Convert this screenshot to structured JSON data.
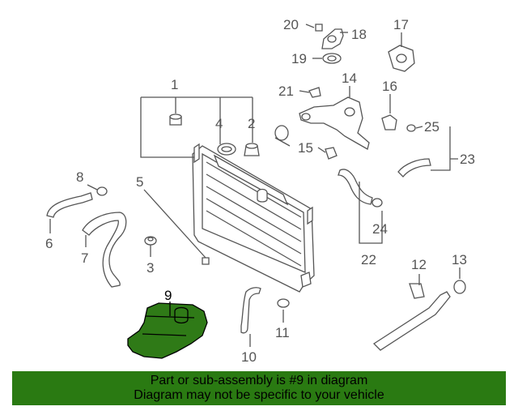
{
  "callouts": {
    "c1": "1",
    "c2": "2",
    "c3": "3",
    "c4": "4",
    "c5": "5",
    "c6": "6",
    "c7": "7",
    "c8": "8",
    "c9": "9",
    "c10": "10",
    "c11": "11",
    "c12": "12",
    "c13": "13",
    "c14": "14",
    "c15": "15",
    "c16": "16",
    "c17": "17",
    "c18": "18",
    "c19": "19",
    "c20": "20",
    "c21": "21",
    "c22": "22",
    "c23": "23",
    "c24": "24",
    "c25": "25"
  },
  "highlight": {
    "part": "9",
    "color": "#2a7a12"
  },
  "footer": {
    "line1": "Part or sub-assembly is #9 in diagram",
    "line2": "Diagram may not be specific to your vehicle"
  }
}
